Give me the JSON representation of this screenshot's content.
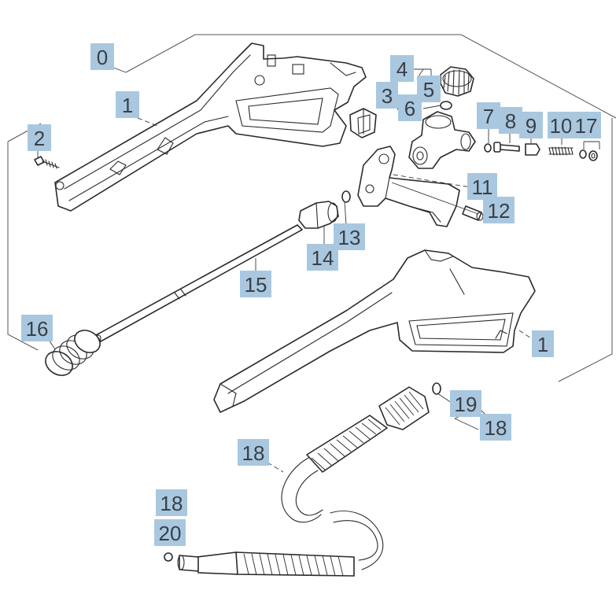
{
  "diagram": {
    "callouts": [
      {
        "id": "c0",
        "label": "0"
      },
      {
        "id": "c1a",
        "label": "1"
      },
      {
        "id": "c2",
        "label": "2"
      },
      {
        "id": "c3",
        "label": "3"
      },
      {
        "id": "c4",
        "label": "4"
      },
      {
        "id": "c5",
        "label": "5"
      },
      {
        "id": "c6",
        "label": "6"
      },
      {
        "id": "c7",
        "label": "7"
      },
      {
        "id": "c8",
        "label": "8"
      },
      {
        "id": "c9",
        "label": "9"
      },
      {
        "id": "c10",
        "label": "10"
      },
      {
        "id": "c17",
        "label": "17"
      },
      {
        "id": "c11",
        "label": "11"
      },
      {
        "id": "c12",
        "label": "12"
      },
      {
        "id": "c13",
        "label": "13"
      },
      {
        "id": "c14",
        "label": "14"
      },
      {
        "id": "c15",
        "label": "15"
      },
      {
        "id": "c16",
        "label": "16"
      },
      {
        "id": "c1b",
        "label": "1"
      },
      {
        "id": "c19",
        "label": "19"
      },
      {
        "id": "c18a",
        "label": "18"
      },
      {
        "id": "c18b",
        "label": "18"
      },
      {
        "id": "c18c",
        "label": "18"
      },
      {
        "id": "c20",
        "label": "20"
      }
    ],
    "colors": {
      "callout_fill": "#a9c8df",
      "callout_text": "#3b3f45",
      "line": "#2a2a2a"
    }
  }
}
